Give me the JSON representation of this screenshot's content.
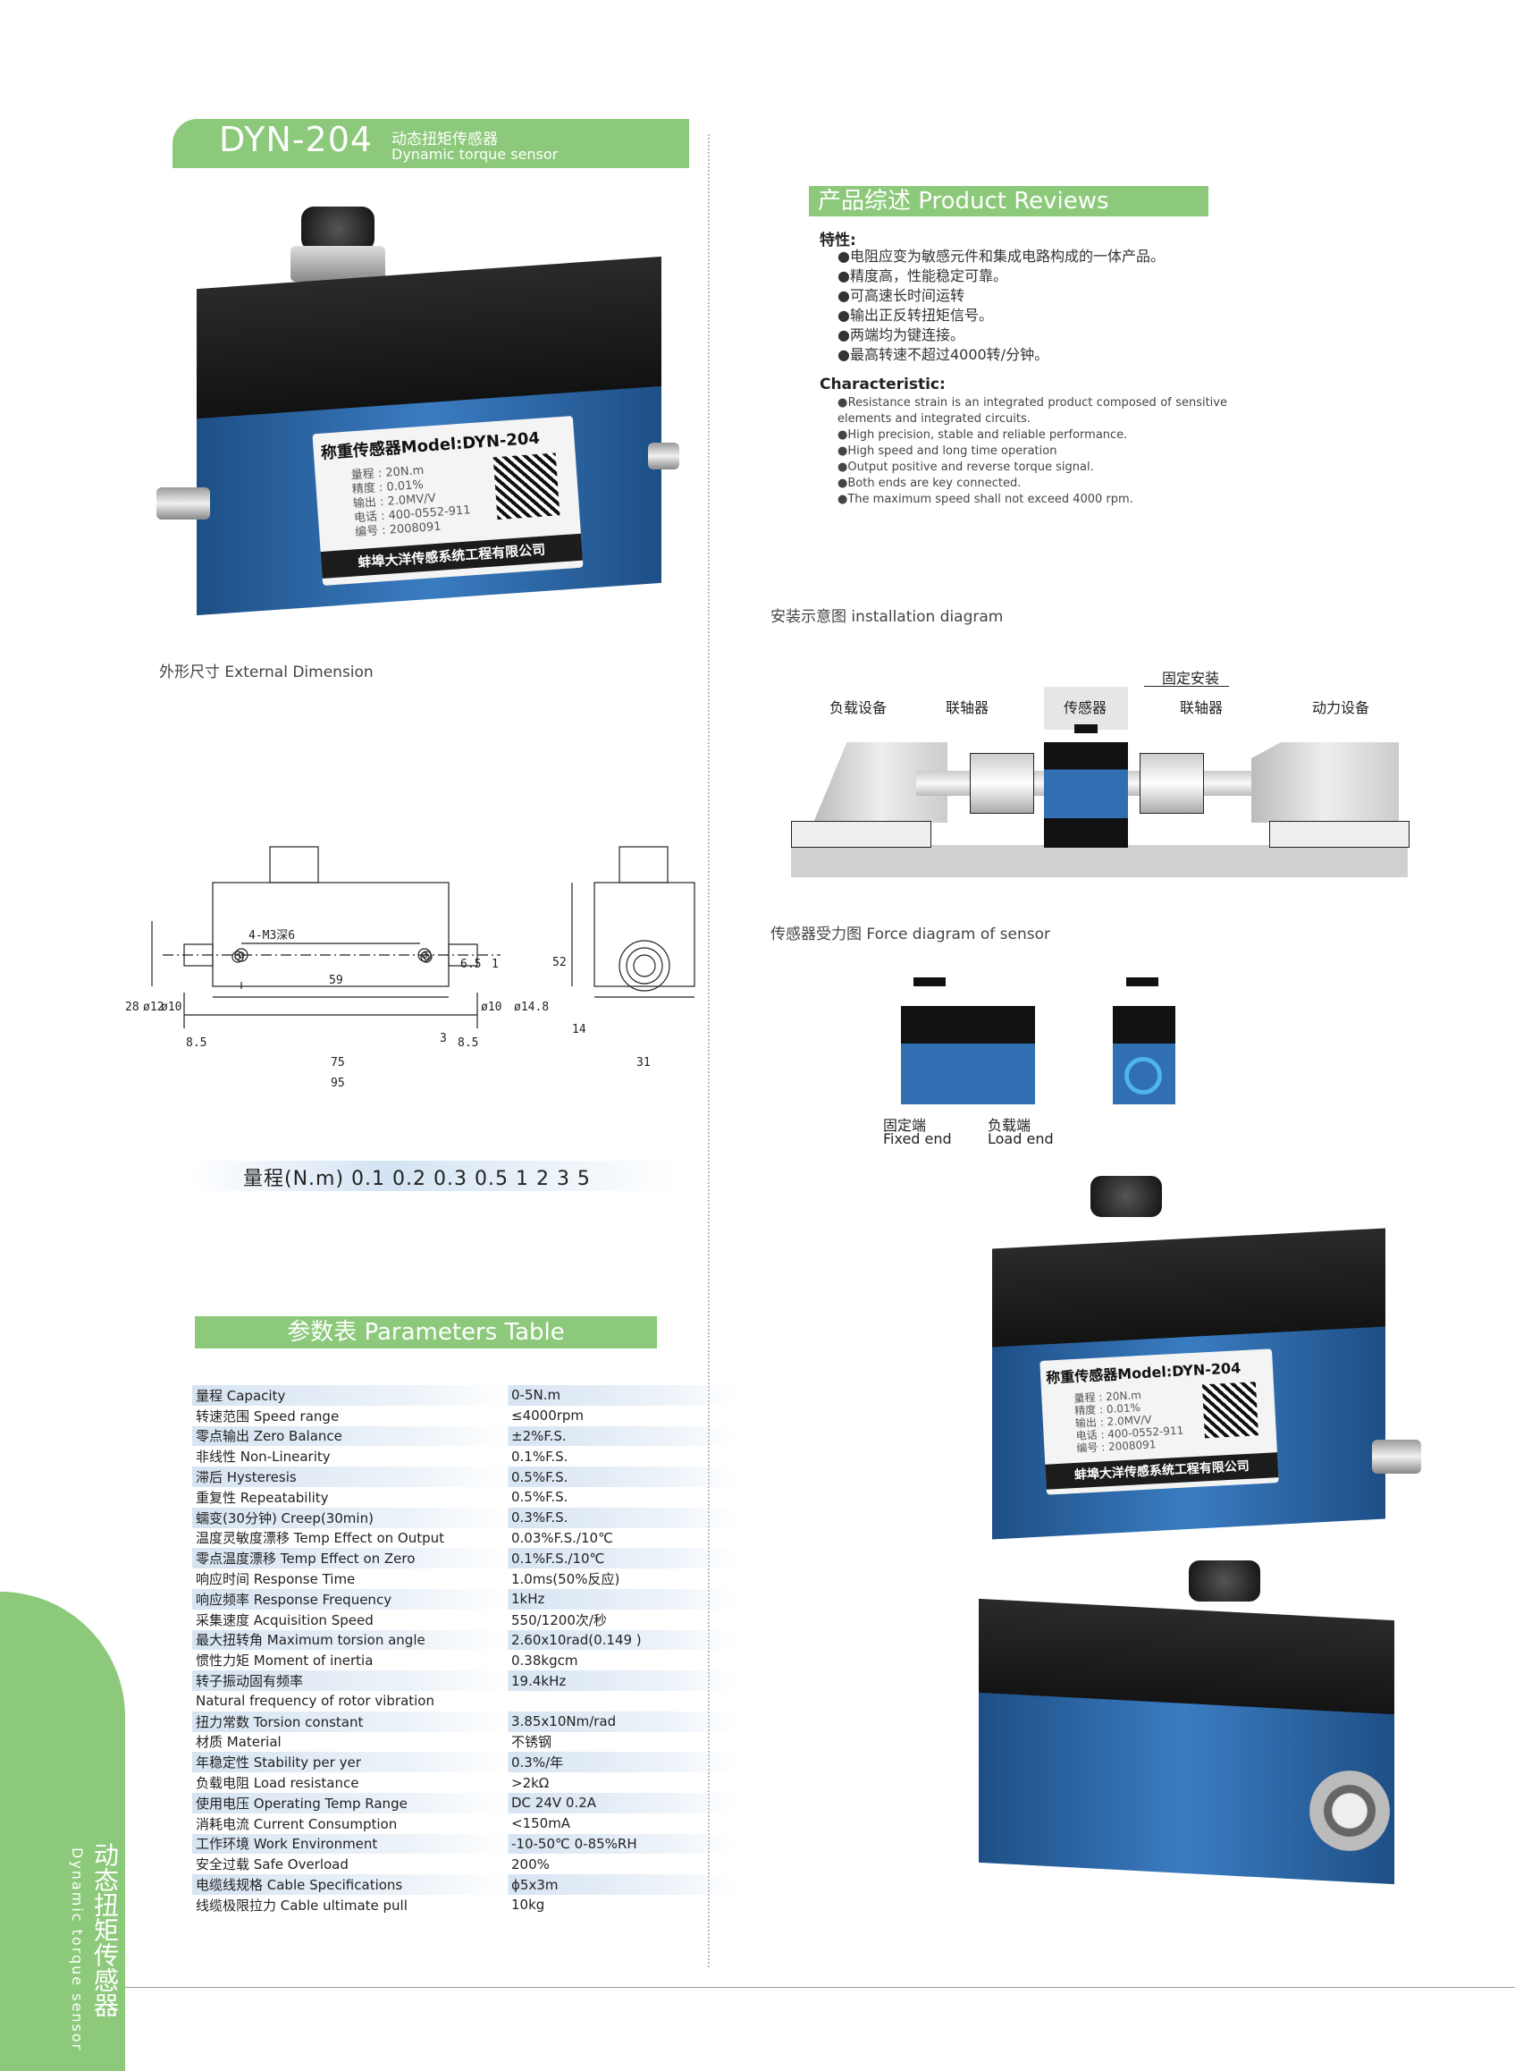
{
  "header": {
    "model": "DYN-204",
    "title_cn": "动态扭矩传感器",
    "title_en": "Dynamic torque sensor"
  },
  "side_tab": {
    "title_cn": "动态扭矩传感器",
    "title_en": "Dynamic torque sensor"
  },
  "product_label": {
    "brand_model": "称重传感器Model:DYN-204",
    "lines": [
      "量程 : 20N.m",
      "精度 : 0.01%",
      "输出 : 2.0MV/V",
      "电话 : 400-0552-911",
      "编号 : 2008091"
    ],
    "company": "蚌埠大洋传感系统工程有限公司"
  },
  "reviews": {
    "section_title": "产品综述  Product  Reviews",
    "features_heading": "特性:",
    "features_cn": [
      "●电阻应变为敏感元件和集成电路构成的一体产品。",
      "●精度高，性能稳定可靠。",
      "●可高速长时间运转",
      "●输出正反转扭矩信号。",
      "●两端均为键连接。",
      "●最高转速不超过4000转/分钟。"
    ],
    "characteristic_heading": "Characteristic:",
    "features_en": [
      "●Resistance strain is an integrated product composed of sensitive elements and integrated circuits.",
      "●High precision, stable and reliable performance.",
      "●High speed and long time operation",
      "●Output positive and reverse torque signal.",
      "●Both ends are key connected.",
      "●The maximum speed shall not exceed 4000 rpm."
    ]
  },
  "installation": {
    "caption": "安装示意图 installation diagram",
    "labels": {
      "load": "负载设备",
      "coupling1": "联轴器",
      "sensor": "传感器",
      "coupling2": "联轴器",
      "power": "动力设备",
      "fixed": "固定安装"
    }
  },
  "force": {
    "caption": "传感器受力图 Force diagram of sensor",
    "fixed_cn": "固定端",
    "fixed_en": "Fixed end",
    "load_cn": "负载端",
    "load_en": "Load end"
  },
  "dimension": {
    "caption": "外形尺寸 External Dimension",
    "dims": {
      "hole": "4-M3深6",
      "d59": "59",
      "d65": "6.5",
      "d1": "1",
      "d28": "28",
      "d12": "ø12",
      "d10": "ø10",
      "d3": "3",
      "d10b": "ø10",
      "d148": "ø14.8",
      "d85a": "8.5",
      "d85b": "8.5",
      "d75": "75",
      "d95": "95",
      "d52": "52",
      "d14": "14",
      "d31": "31"
    }
  },
  "range": {
    "text": "量程(N.m)  0.1  0.2  0.3  0.5  1  2  3  5"
  },
  "params": {
    "section_title": "参数表  Parameters Table",
    "rows": [
      [
        "量程 Capacity",
        "0-5N.m"
      ],
      [
        "转速范围 Speed range",
        "≤4000rpm"
      ],
      [
        "零点输出 Zero Balance",
        "±2%F.S."
      ],
      [
        "非线性 Non-Linearity",
        "0.1%F.S."
      ],
      [
        "滞后 Hysteresis",
        "0.5%F.S."
      ],
      [
        "重复性 Repeatability",
        "0.5%F.S."
      ],
      [
        "蠕变(30分钟) Creep(30min)",
        "0.3%F.S."
      ],
      [
        "温度灵敏度漂移 Temp Effect on Output",
        "0.03%F.S./10℃"
      ],
      [
        "零点温度漂移 Temp Effect on Zero",
        "0.1%F.S./10℃"
      ],
      [
        "响应时间 Response Time",
        "1.0ms(50%反应)"
      ],
      [
        "响应频率 Response Frequency",
        "1kHz"
      ],
      [
        "采集速度 Acquisition Speed",
        "550/1200次/秒"
      ],
      [
        "最大扭转角 Maximum torsion angle",
        "2.60x10rad(0.149 )"
      ],
      [
        "惯性力矩 Moment of inertia",
        "0.38kgcm"
      ],
      [
        "转子振动固有频率",
        "19.4kHz"
      ],
      [
        "Natural frequency of rotor vibration",
        ""
      ],
      [
        "扭力常数 Torsion constant",
        "3.85x10Nm/rad"
      ],
      [
        "材质 Material",
        "不锈钢"
      ],
      [
        "年稳定性 Stability per yer",
        "0.3%/年"
      ],
      [
        "负载电阻 Load resistance",
        ">2kΩ"
      ],
      [
        "使用电压 Operating Temp Range",
        "DC 24V    0.2A"
      ],
      [
        "消耗电流 Current Consumption",
        "<150mA"
      ],
      [
        "工作环境 Work Environment",
        "-10-50℃    0-85%RH"
      ],
      [
        "安全过载 Safe Overload",
        "200%"
      ],
      [
        "电缆线规格 Cable Specifications",
        "ϕ5x3m"
      ],
      [
        "线缆极限拉力 Cable ultimate pull",
        "10kg"
      ]
    ]
  },
  "colors": {
    "accent_green": "#8cc97a",
    "sensor_blue": "#2f6fb2",
    "sensor_black": "#1a1a1a"
  }
}
